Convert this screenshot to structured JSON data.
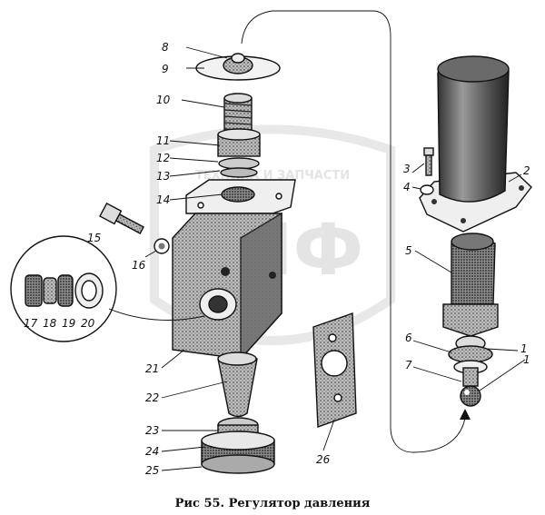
{
  "caption": "Рис 55. Регулятор давления",
  "watermark": {
    "letters": "ЭПФ",
    "text": "ТЕХНИКА И ЗАПЧАСТИ"
  },
  "callouts": [
    "1",
    "2",
    "3",
    "4",
    "5",
    "6",
    "7",
    "8",
    "9",
    "10",
    "11",
    "12",
    "13",
    "14",
    "15",
    "16",
    "17",
    "18",
    "19",
    "20",
    "21",
    "22",
    "23",
    "24",
    "25",
    "26"
  ],
  "colors": {
    "ink": "#111111",
    "paper": "#ffffff",
    "shade": "#8a8a8a",
    "watermark": "#d0d0d0"
  }
}
